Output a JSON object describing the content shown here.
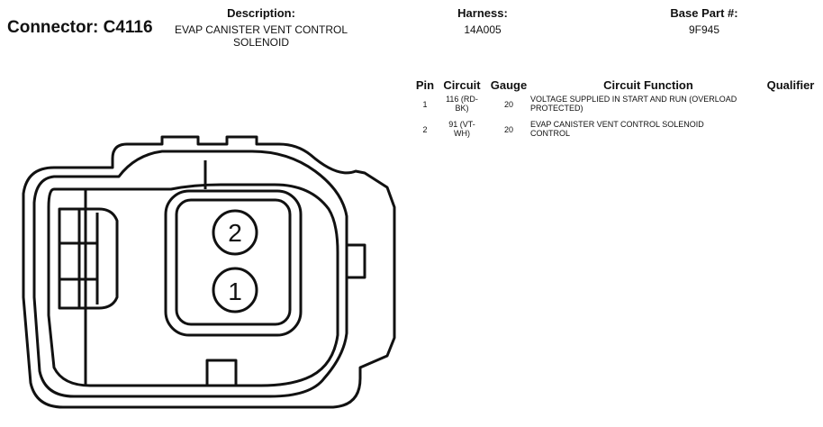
{
  "connector": {
    "label": "Connector: C4116"
  },
  "description": {
    "title": "Description:",
    "value": "EVAP CANISTER VENT CONTROL SOLENOID"
  },
  "harness": {
    "title": "Harness:",
    "value": "14A005"
  },
  "base_part": {
    "title": "Base Part #:",
    "value": "9F945"
  },
  "table": {
    "headers": {
      "pin": "Pin",
      "circuit": "Circuit",
      "gauge": "Gauge",
      "function": "Circuit Function",
      "qualifier": "Qualifier"
    },
    "rows": [
      {
        "pin": "1",
        "circuit": "116 (RD-BK)",
        "gauge": "20",
        "function": "VOLTAGE SUPPLIED IN START AND RUN (OVERLOAD PROTECTED)",
        "qualifier": ""
      },
      {
        "pin": "2",
        "circuit": "91 (VT-WH)",
        "gauge": "20",
        "function": "EVAP CANISTER VENT CONTROL SOLENOID CONTROL",
        "qualifier": ""
      }
    ]
  },
  "drawing": {
    "cavities": [
      {
        "label": "2"
      },
      {
        "label": "1"
      }
    ]
  }
}
